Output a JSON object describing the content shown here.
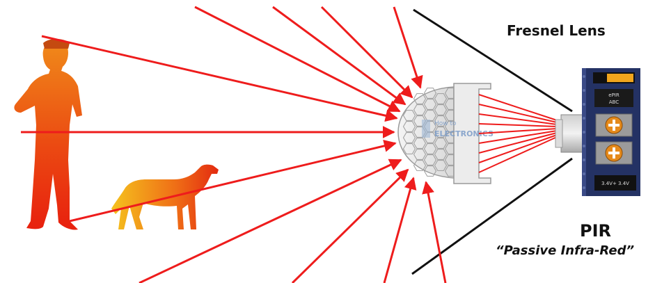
{
  "labels": {
    "fresnel": "Fresnel Lens",
    "pir": "PIR",
    "pir_full": "“Passive Infra-Red”"
  },
  "board_text": {
    "chip_top": "ePIR",
    "chip_bottom": "ABC",
    "pins": "3.4V+   3.4V"
  },
  "watermark": {
    "line1": "How to",
    "line2": "ELECTRONICS"
  },
  "colors": {
    "ray": "#ee1c1c",
    "human_gradient_top": "#f08a1a",
    "human_gradient_bottom": "#e8200e",
    "dog_gradient": "#f3b21a",
    "board": "#2b3a6e",
    "lens": "#e6e6e6",
    "boundary_lines": "#111111"
  },
  "icons": [
    "human-silhouette-icon",
    "dog-silhouette-icon",
    "fresnel-lens-icon",
    "pir-board-icon",
    "potentiometer-icon"
  ]
}
